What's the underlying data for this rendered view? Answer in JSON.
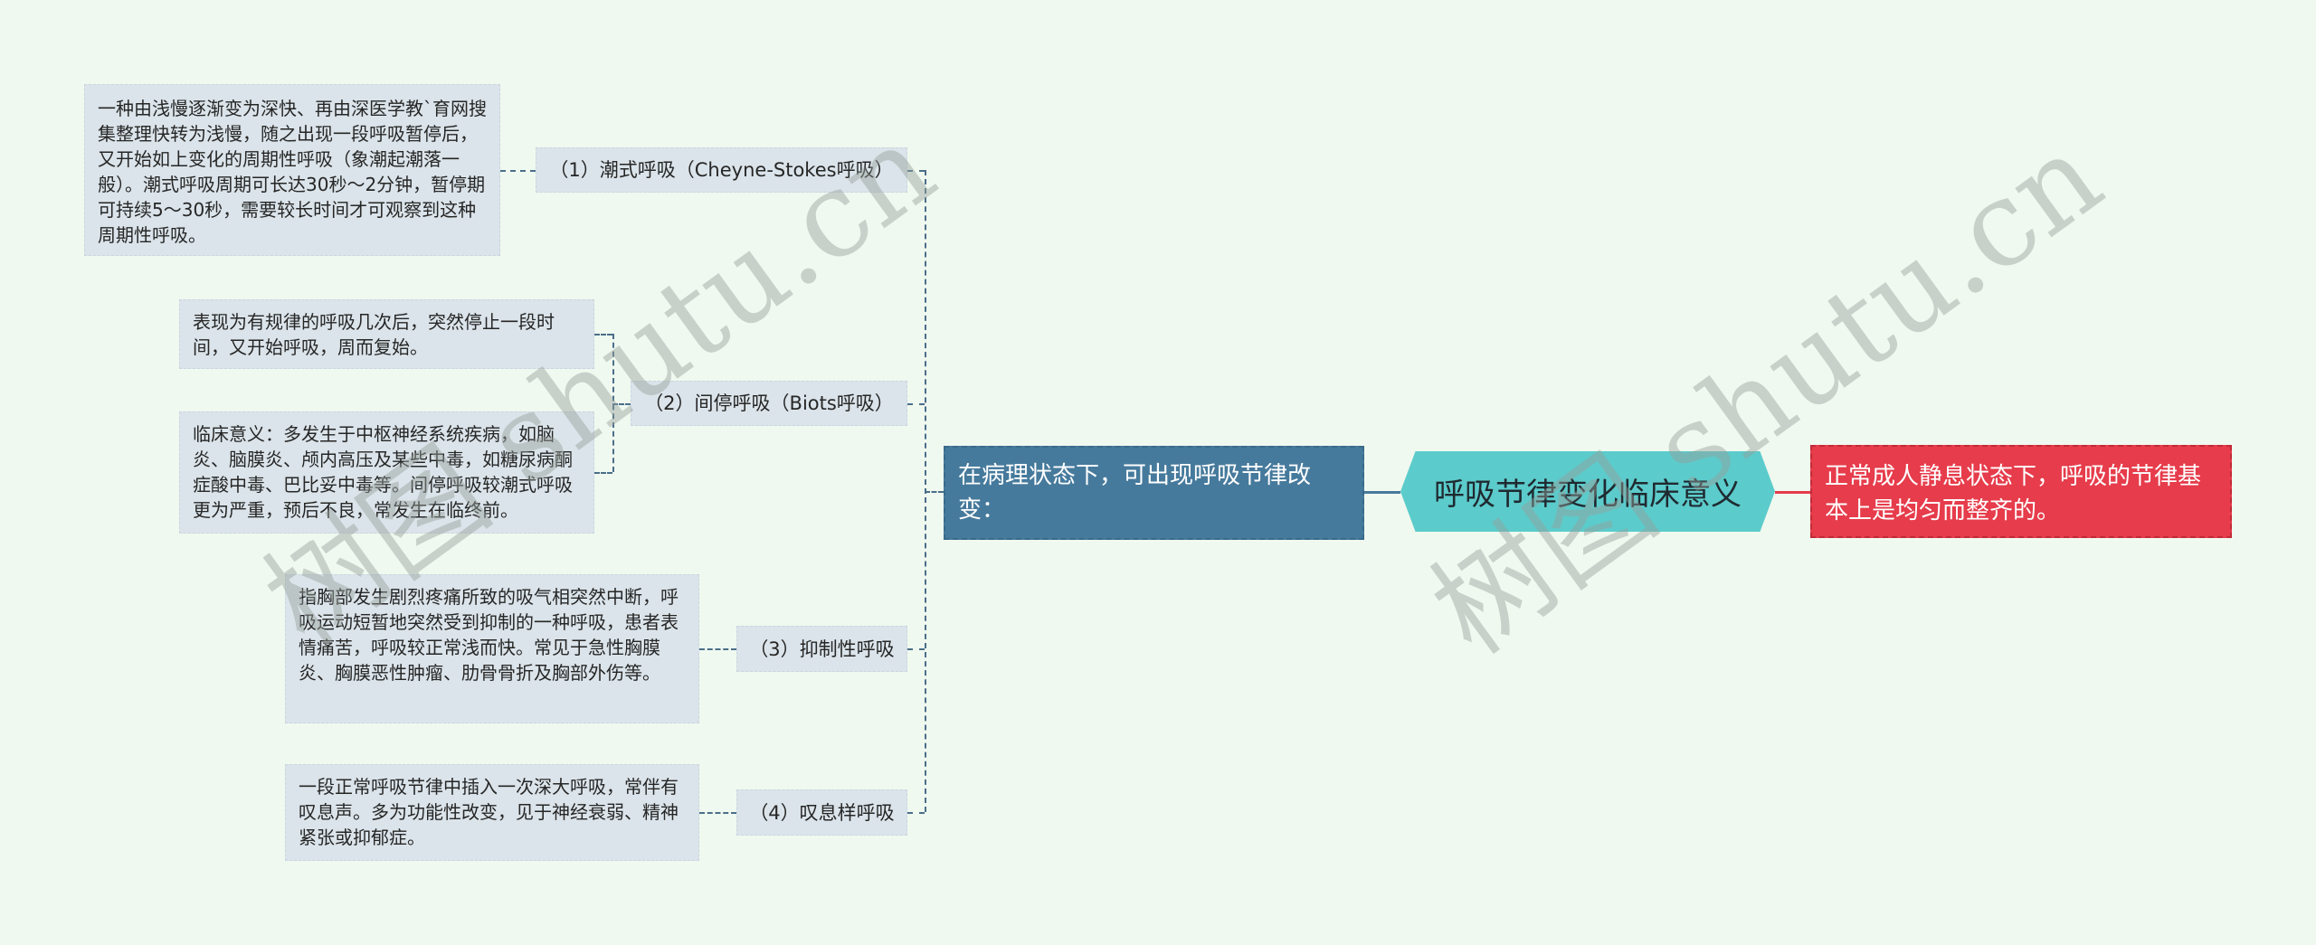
{
  "root": {
    "title": "呼吸节律变化临床意义",
    "color": "#5ccbcb"
  },
  "right_branch": {
    "text": "正常成人静息状态下，呼吸的节律基本上是均匀而整齐的。",
    "color": "#e63c4b"
  },
  "left_branch": {
    "text": "在病理状态下，可出现呼吸节律改变：",
    "color": "#467a9c",
    "children": [
      {
        "label": "（1）潮式呼吸（Cheyne-Stokes呼吸）",
        "details": [
          "一种由浅慢逐渐变为深快、再由深医学教`育网搜集整理快转为浅慢，随之出现一段呼吸暂停后，又开始如上变化的周期性呼吸（象潮起潮落一般）。潮式呼吸周期可长达30秒～2分钟，暂停期可持续5～30秒，需要较长时间才可观察到这种周期性呼吸。"
        ]
      },
      {
        "label": "（2）间停呼吸（Biots呼吸）",
        "details": [
          "表现为有规律的呼吸几次后，突然停止一段时间，又开始呼吸，周而复始。",
          "临床意义：多发生于中枢神经系统疾病，如脑炎、脑膜炎、颅内高压及某些中毒，如糖尿病酮症酸中毒、巴比妥中毒等。间停呼吸较潮式呼吸更为严重，预后不良，常发生在临终前。"
        ]
      },
      {
        "label": "（3）抑制性呼吸",
        "details": [
          "指胸部发生剧烈疼痛所致的吸气相突然中断，呼吸运动短暂地突然受到抑制的一种呼吸，患者表情痛苦，呼吸较正常浅而快。常见于急性胸膜炎、胸膜恶性肿瘤、肋骨骨折及胸部外伤等。"
        ]
      },
      {
        "label": "（4）叹息样呼吸",
        "details": [
          "一段正常呼吸节律中插入一次深大呼吸，常伴有叹息声。多为功能性改变，见于神经衰弱、精神紧张或抑郁症。"
        ]
      }
    ]
  },
  "watermarks": [
    "树图 shutu.cn",
    "树图 shutu.cn"
  ]
}
